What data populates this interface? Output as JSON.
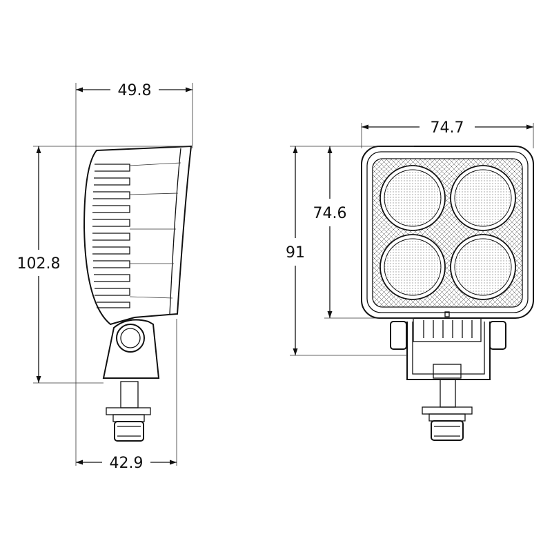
{
  "dimensions": {
    "side_top_width": "49.8",
    "side_height": "102.8",
    "side_bottom_width": "42.9",
    "front_width": "74.7",
    "front_housing_height": "74.6",
    "front_total_height": "91"
  }
}
